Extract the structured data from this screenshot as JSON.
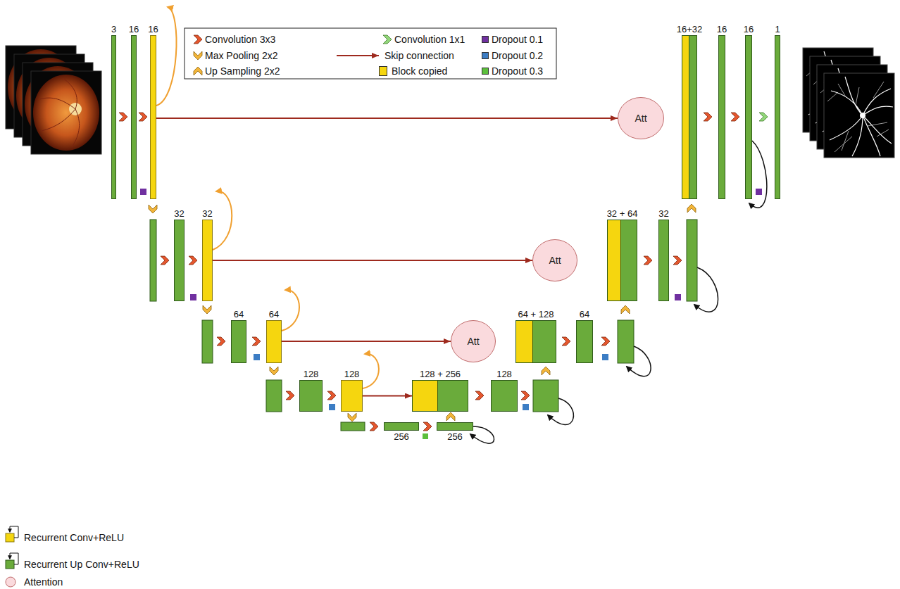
{
  "diagram": {
    "nodes": [
      {
        "text": [
          "3"
        ]
      },
      {
        "text": [
          "16"
        ]
      },
      {
        "text": [
          "16"
        ]
      },
      {
        "text": [
          "Att"
        ]
      },
      {
        "text": [
          "16+32"
        ]
      },
      {
        "text": [
          "16"
        ]
      },
      {
        "text": [
          "16"
        ]
      },
      {
        "text": [
          "1"
        ]
      },
      {
        "text": [
          "32"
        ]
      },
      {
        "text": [
          "32"
        ]
      },
      {
        "text": [
          "Att"
        ]
      },
      {
        "text": [
          "32 + 64"
        ]
      },
      {
        "text": [
          "32"
        ]
      },
      {
        "text": [
          "64"
        ]
      },
      {
        "text": [
          "64"
        ]
      },
      {
        "text": [
          "Att"
        ]
      },
      {
        "text": [
          "64 + 128"
        ]
      },
      {
        "text": [
          "64"
        ]
      },
      {
        "text": [
          "128"
        ]
      },
      {
        "text": [
          "128"
        ]
      },
      {
        "text": [
          "128 + 256"
        ]
      },
      {
        "text": [
          "128"
        ]
      },
      {
        "text": [
          "256"
        ]
      },
      {
        "text": [
          "256"
        ]
      }
    ],
    "edges": [
      {
        "from": 2,
        "to": 3,
        "arrow": "to"
      },
      {
        "from": 9,
        "to": 10,
        "arrow": "to"
      },
      {
        "from": 14,
        "to": 15,
        "arrow": "to"
      },
      {
        "from": 19,
        "to": 20,
        "arrow": "to"
      }
    ],
    "legend": [
      {
        "text": "Convolution 3x3"
      },
      {
        "text": "Convolution 1x1"
      },
      {
        "text": "Dropout 0.1",
        "color": "#7030a0"
      },
      {
        "text": "Max Pooling 2x2"
      },
      {
        "text": "Skip connection"
      },
      {
        "text": "Dropout 0.2",
        "color": "#3c7dc4"
      },
      {
        "text": "Up Sampling 2x2"
      },
      {
        "text": "Block copied",
        "color": "#f5d60f"
      },
      {
        "text": "Dropout 0.3",
        "color": "#5cbf3c"
      },
      {
        "text": "Recurrent Conv+ReLU"
      },
      {
        "text": "Recurrent Up Conv+ReLU"
      },
      {
        "text": "Attention"
      }
    ]
  }
}
